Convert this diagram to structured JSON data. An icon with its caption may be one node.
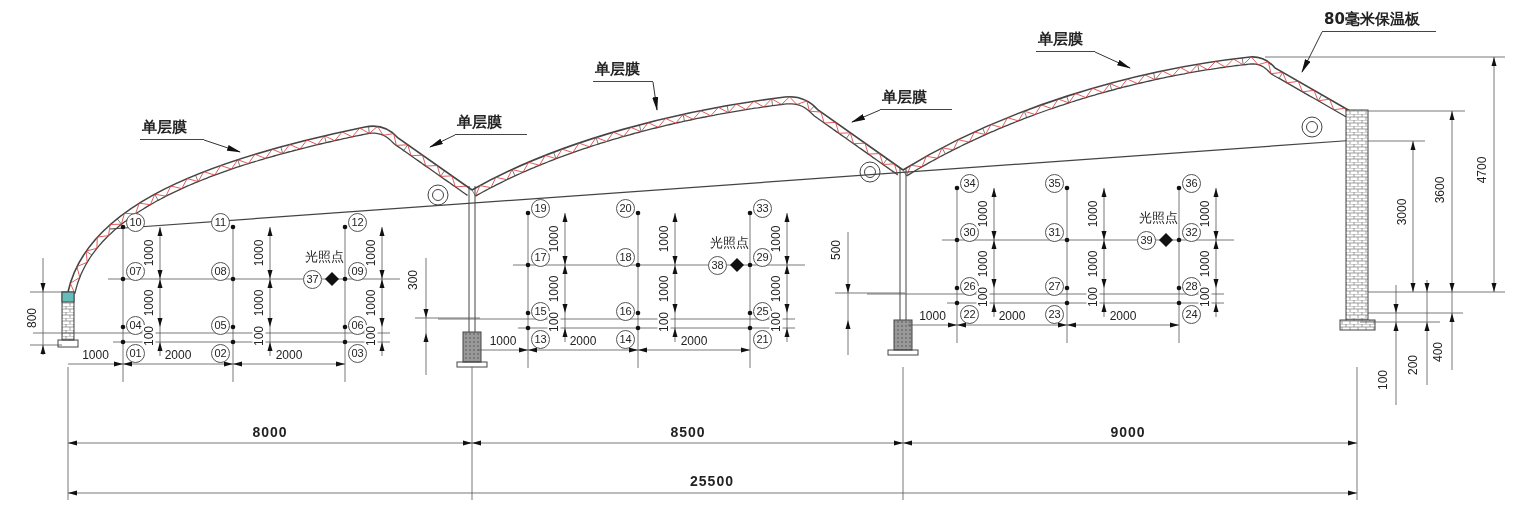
{
  "diagram": {
    "nodes": [
      {
        "text": [
          "单层膜"
        ]
      },
      {
        "text": [
          "单层膜"
        ]
      },
      {
        "text": [
          "单层膜"
        ]
      },
      {
        "text": [
          "单层膜"
        ]
      },
      {
        "text": [
          "单层膜"
        ]
      },
      {
        "text": [
          "80毫米保温板"
        ]
      }
    ],
    "edges": [
      {
        "from": 0,
        "to": null,
        "arrow": "to"
      },
      {
        "from": 1,
        "to": null,
        "arrow": "to"
      },
      {
        "from": 2,
        "to": null,
        "arrow": "to"
      },
      {
        "from": 3,
        "to": null,
        "arrow": "to"
      },
      {
        "from": 4,
        "to": null,
        "arrow": "to"
      },
      {
        "from": 5,
        "to": null,
        "arrow": "to"
      }
    ],
    "labels": [
      "10",
      "11",
      "12",
      "07",
      "08",
      "09",
      "04",
      "05",
      "06",
      "01",
      "02",
      "03",
      "光照点",
      "37",
      "1000",
      "1000",
      "100",
      "1000",
      "1000",
      "100",
      "1000",
      "1000",
      "100",
      "1000",
      "2000",
      "2000",
      "19",
      "20",
      "33",
      "17",
      "18",
      "29",
      "15",
      "16",
      "25",
      "13",
      "14",
      "21",
      "光照点",
      "38",
      "1000",
      "1000",
      "100",
      "1000",
      "1000",
      "100",
      "1000",
      "1000",
      "100",
      "1000",
      "2000",
      "2000",
      "34",
      "35",
      "36",
      "30",
      "31",
      "32",
      "26",
      "27",
      "28",
      "22",
      "23",
      "24",
      "光照点",
      "39",
      "1000",
      "1000",
      "100",
      "1000",
      "1000",
      "100",
      "1000",
      "1000",
      "100",
      "1000",
      "2000",
      "2000",
      "800",
      "300",
      "500",
      "3000",
      "3600",
      "4700",
      "100",
      "200",
      "400",
      "8000",
      "8500",
      "9000",
      "25500"
    ]
  }
}
